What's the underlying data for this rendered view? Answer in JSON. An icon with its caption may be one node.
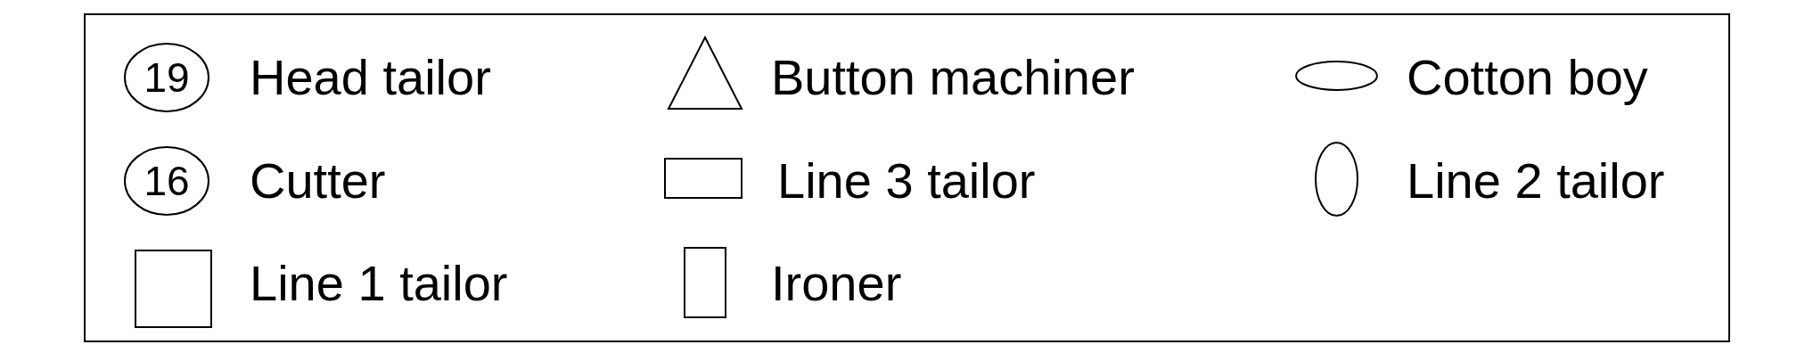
{
  "diagram": {
    "labels": [
      "19",
      "16"
    ],
    "legend": [
      {
        "text": "Head tailor"
      },
      {
        "text": "Button machiner"
      },
      {
        "text": "Cotton boy"
      },
      {
        "text": "Cutter"
      },
      {
        "text": "Line 3 tailor"
      },
      {
        "text": "Line 2 tailor"
      },
      {
        "text": "Line 1 tailor"
      },
      {
        "text": "Ironer"
      }
    ]
  }
}
